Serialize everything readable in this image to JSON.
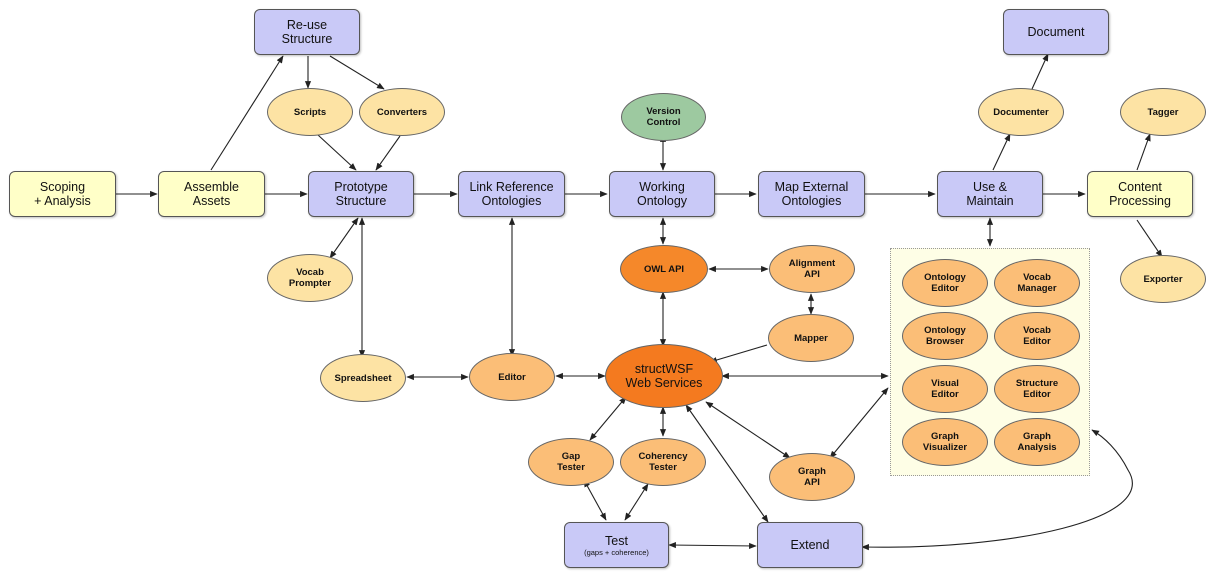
{
  "boxes": {
    "scoping": [
      "Scoping",
      "+ Analysis"
    ],
    "assemble": [
      "Assemble",
      "Assets"
    ],
    "reuse": [
      "Re-use",
      "Structure"
    ],
    "prototype": [
      "Prototype",
      "Structure"
    ],
    "link_ref": [
      "Link Reference",
      "Ontologies"
    ],
    "working": [
      "Working",
      "Ontology"
    ],
    "map_ext": [
      "Map External",
      "Ontologies"
    ],
    "use_maintain": [
      "Use &",
      "Maintain"
    ],
    "content": [
      "Content",
      "Processing"
    ],
    "document": "Document",
    "test": "Test",
    "test_note": "(gaps + coherence)",
    "extend": "Extend"
  },
  "tools": {
    "scripts": "Scripts",
    "converters": "Converters",
    "vocab_prompter": [
      "Vocab",
      "Prompter"
    ],
    "spreadsheet": "Spreadsheet",
    "editor": "Editor",
    "version_control": [
      "Version",
      "Control"
    ],
    "owl_api": "OWL API",
    "alignment_api": [
      "Alignment",
      "API"
    ],
    "mapper": "Mapper",
    "structwsf": [
      "structWSF",
      "Web Services"
    ],
    "gap_tester": [
      "Gap",
      "Tester"
    ],
    "coherency_tester": [
      "Coherency",
      "Tester"
    ],
    "graph_api": [
      "Graph",
      "API"
    ],
    "documenter": "Documenter",
    "tagger": "Tagger",
    "exporter": "Exporter",
    "ontology_editor": [
      "Ontology",
      "Editor"
    ],
    "vocab_manager": [
      "Vocab",
      "Manager"
    ],
    "ontology_browser": [
      "Ontology",
      "Browser"
    ],
    "vocab_editor": [
      "Vocab",
      "Editor"
    ],
    "visual_editor": [
      "Visual",
      "Editor"
    ],
    "structure_editor": [
      "Structure",
      "Editor"
    ],
    "graph_visualizer": [
      "Graph",
      "Visualizer"
    ],
    "graph_analysis": [
      "Graph",
      "Analysis"
    ]
  },
  "colors": {
    "process_box": "#c9c9f7",
    "endpoint_box": "#ffffc8",
    "tool_pale": "#fde3a4",
    "tool_mid": "#fbbe77",
    "tool_dark": "#f5882a",
    "core_service": "#f47a1f",
    "version_control": "#9dc9a0",
    "tools_region": "#fefee6"
  }
}
